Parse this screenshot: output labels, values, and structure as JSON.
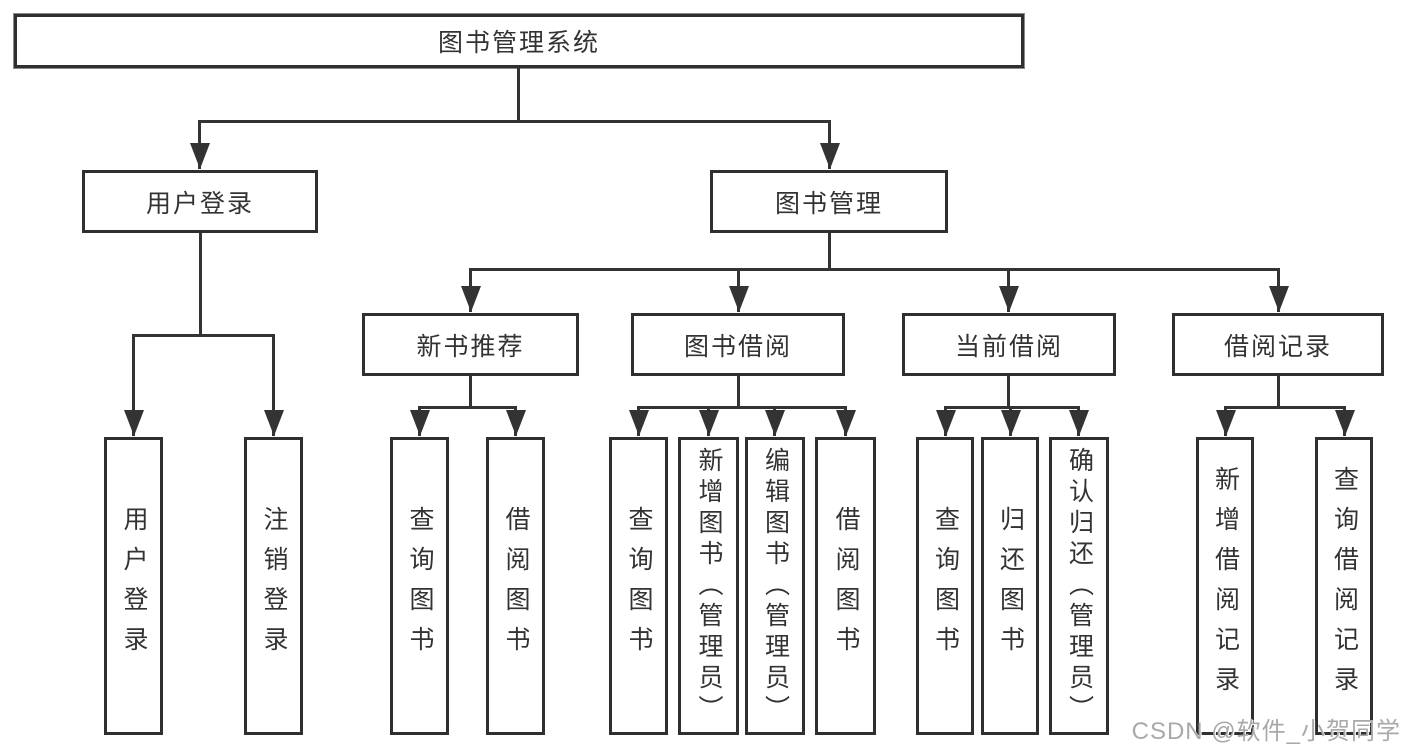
{
  "diagram": {
    "root": {
      "label": "图书管理系统"
    },
    "level2": [
      {
        "label": "用户登录"
      },
      {
        "label": "图书管理"
      }
    ],
    "level3": [
      {
        "label": "新书推荐"
      },
      {
        "label": "图书借阅"
      },
      {
        "label": "当前借阅"
      },
      {
        "label": "借阅记录"
      }
    ],
    "leaves": {
      "user_login": [
        "用户登录",
        "注销登录"
      ],
      "new_book": [
        "查询图书",
        "借阅图书"
      ],
      "book_borrow": [
        "查询图书",
        "新增图书（管理员）",
        "编辑图书（管理员）",
        "借阅图书"
      ],
      "current_borrow": [
        "查询图书",
        "归还图书",
        "确认归还（管理员）"
      ],
      "borrow_record": [
        "新增借阅记录",
        "查询借阅记录"
      ]
    }
  },
  "watermark": {
    "text": "CSDN @软件_小贺同学",
    "color": "#a9a9a9"
  },
  "colors": {
    "line": "#333333",
    "border": "#2f2f2f",
    "background": "#ffffff",
    "text": "#333333"
  }
}
